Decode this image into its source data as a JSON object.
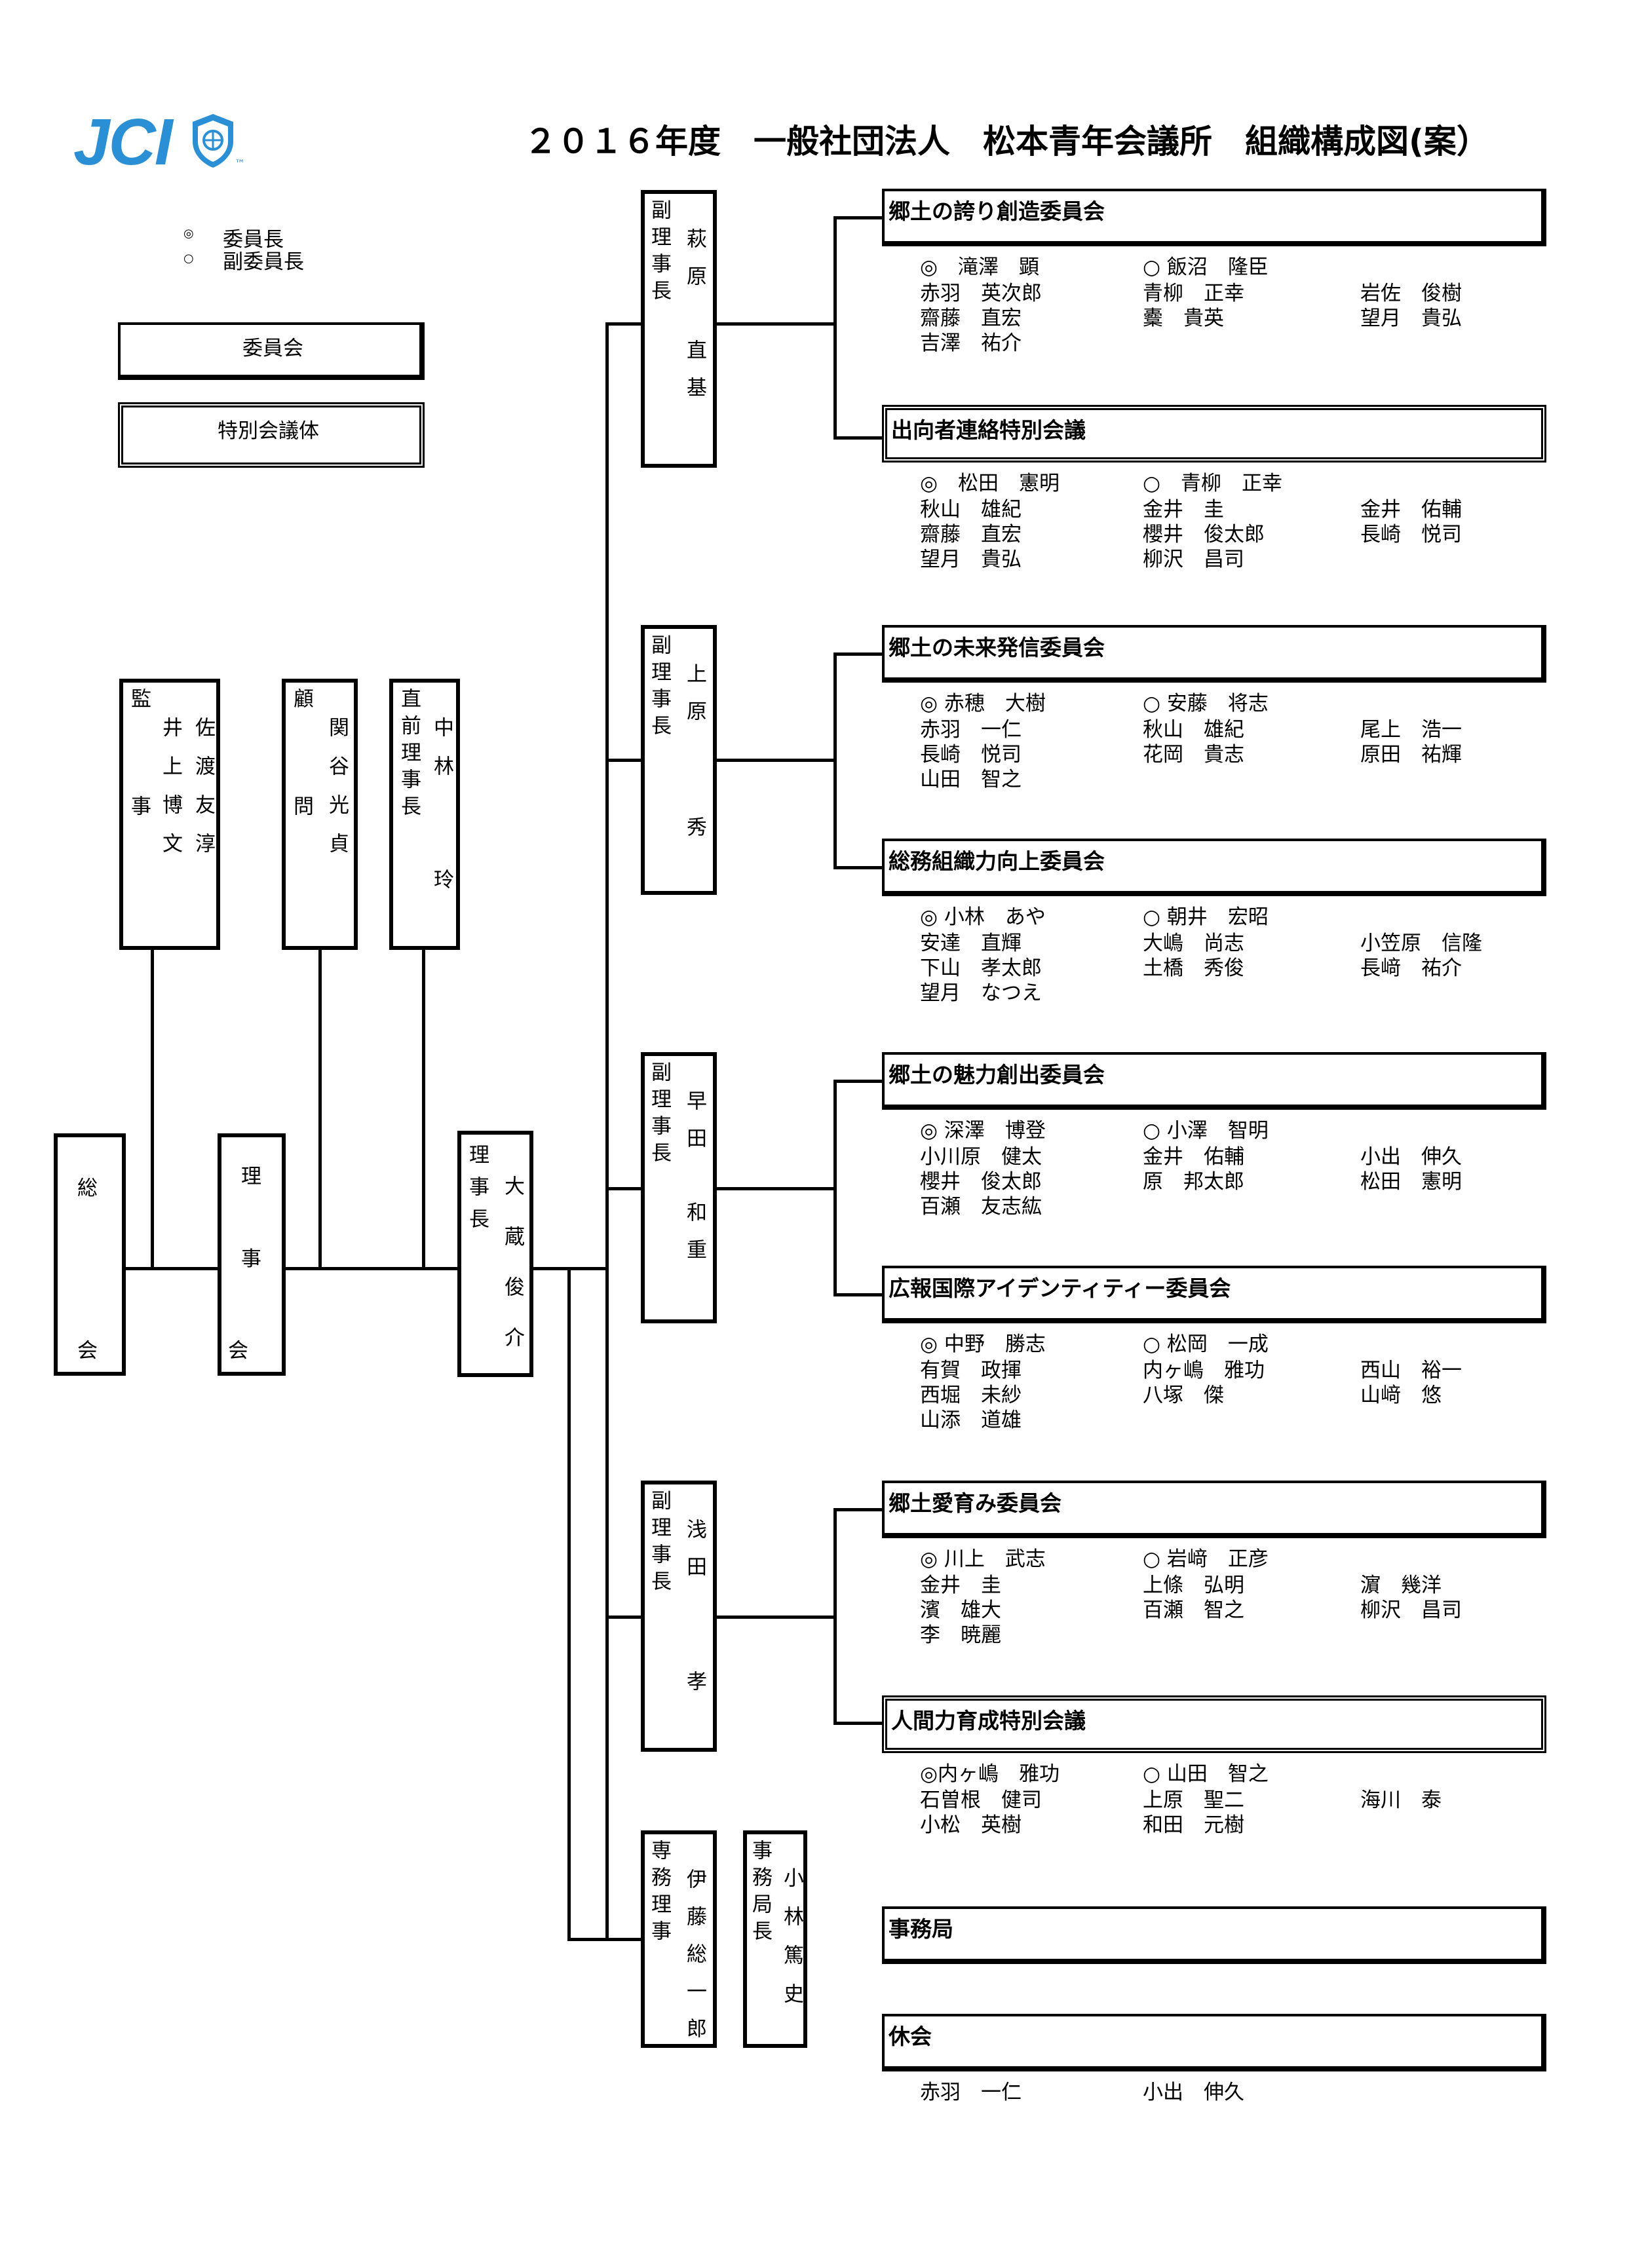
{
  "logo": {
    "text": "JCI",
    "tm": "™",
    "brand_color": "#2b8fd6"
  },
  "title": "２０１６年度　一般社団法人　松本青年会議所　組織構成図(案）",
  "legend": {
    "chair_symbol": "◎",
    "chair_label": "委員長",
    "vice_symbol": "○",
    "vice_label": "副委員長",
    "committee_box": "委員会",
    "special_box": "特別会議体"
  },
  "left": {
    "soukai": "総会",
    "rijikai": "理事会",
    "auditor": {
      "title": "監事",
      "names": [
        "佐渡友淳",
        "井上博文"
      ]
    },
    "advisor": {
      "title": "顧問",
      "name": "関谷光貞"
    },
    "past_president": {
      "title": "直前理事長",
      "name": "中林玲"
    },
    "president": {
      "title": "理事長",
      "name": "大蔵俊介"
    }
  },
  "vps": [
    {
      "title": "副理事長",
      "name_line1": "萩原",
      "name_line2": "直基"
    },
    {
      "title": "副理事長",
      "name_line1": "上原",
      "name_line2": "秀"
    },
    {
      "title": "副理事長",
      "name_line1": "早田",
      "name_line2": "和重"
    },
    {
      "title": "副理事長",
      "name_line1": "浅田",
      "name_line2": "孝"
    }
  ],
  "senmu": {
    "title": "専務理事",
    "name": "伊藤総一郎"
  },
  "jimukyokucho": {
    "title": "事務局長",
    "name": "小林篤史"
  },
  "committees": [
    {
      "name": "郷土の誇り創造委員会",
      "special": false,
      "chair": "◎　滝澤　顕",
      "vice": "○ 飯沼　隆臣",
      "members": [
        "赤羽　英次郎",
        "青柳　正幸",
        "岩佐　俊樹",
        "齋藤　直宏",
        "櫜　貴英",
        "望月　貴弘",
        "吉澤　祐介"
      ]
    },
    {
      "name": "出向者連絡特別会議",
      "special": true,
      "chair": "◎　松田　憲明",
      "vice": "○　青柳　正幸",
      "members": [
        "秋山　雄紀",
        "金井　圭",
        "金井　佑輔",
        "齋藤　直宏",
        "櫻井　俊太郎",
        "長崎　悦司",
        "望月　貴弘",
        "柳沢　昌司"
      ]
    },
    {
      "name": "郷土の未来発信委員会",
      "special": false,
      "chair": "◎ 赤穂　大樹",
      "vice": "○ 安藤　将志",
      "members": [
        "赤羽　一仁",
        "秋山　雄紀",
        "尾上　浩一",
        "長崎　悦司",
        "花岡　貴志",
        "原田　祐輝",
        "山田　智之"
      ]
    },
    {
      "name": "総務組織力向上委員会",
      "special": false,
      "chair": "◎ 小林　あや",
      "vice": "○ 朝井　宏昭",
      "members": [
        "安達　直輝",
        "大嶋　尚志",
        "小笠原　信隆",
        "下山　孝太郎",
        "土橋　秀俊",
        "長﨑　祐介",
        "望月　なつえ"
      ]
    },
    {
      "name": "郷土の魅力創出委員会",
      "special": false,
      "chair": "◎ 深澤　博登",
      "vice": "○ 小澤　智明",
      "members": [
        "小川原　健太",
        "金井　佑輔",
        "小出　伸久",
        "櫻井　俊太郎",
        "原　邦太郎",
        "松田　憲明",
        "百瀬　友志紘"
      ]
    },
    {
      "name": "広報国際アイデンティティー委員会",
      "special": false,
      "chair": "◎ 中野　勝志",
      "vice": "○ 松岡　一成",
      "members": [
        "有賀　政揮",
        "内ヶ嶋　雅功",
        "西山　裕一",
        "西堀　未紗",
        "八塚　傑",
        "山﨑　悠",
        "山添　道雄"
      ]
    },
    {
      "name": "郷土愛育み委員会",
      "special": false,
      "chair": "◎ 川上　武志",
      "vice": "○ 岩﨑　正彦",
      "members": [
        "金井　圭",
        "上條　弘明",
        "濵　幾洋",
        "濱　雄大",
        "百瀬　智之",
        "柳沢　昌司",
        "李　暁麗"
      ]
    },
    {
      "name": "人間力育成特別会議",
      "special": true,
      "chair": "◎内ヶ嶋　雅功",
      "vice": "○ 山田　智之",
      "members": [
        "石曽根　健司",
        "上原　聖二",
        "海川　泰",
        "小松　英樹",
        "和田　元樹"
      ]
    },
    {
      "name": "事務局",
      "special": false,
      "chair": "",
      "vice": "",
      "members": []
    },
    {
      "name": "休会",
      "special": false,
      "chair": "",
      "vice": "",
      "members": [
        "赤羽　一仁",
        "小出　伸久"
      ]
    }
  ]
}
